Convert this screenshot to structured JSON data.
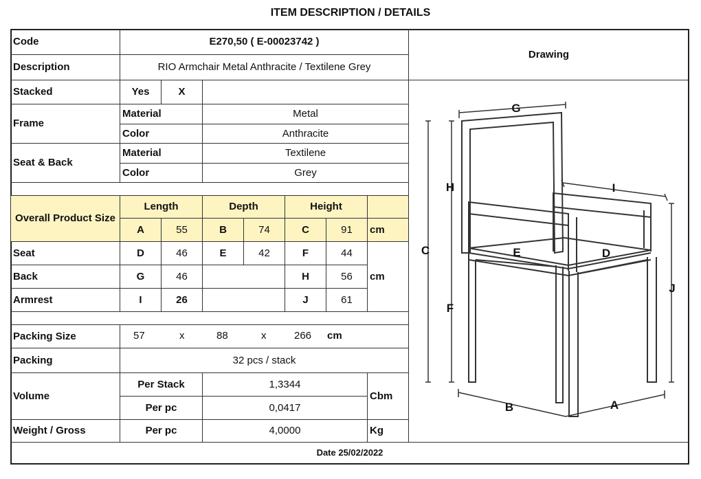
{
  "header": {
    "title": "ITEM DESCRIPTION / DETAILS",
    "drawing_label": "Drawing",
    "date": "Date 25/02/2022"
  },
  "code": {
    "label": "Code",
    "value": "E270,50  ( E-00023742 )"
  },
  "description": {
    "label": "Description",
    "value": "RIO Armchair Metal Anthracite / Textilene Grey"
  },
  "stacked": {
    "label": "Stacked",
    "yes": "Yes",
    "mark": "X"
  },
  "frame": {
    "label": "Frame",
    "material_label": "Material",
    "material": "Metal",
    "color_label": "Color",
    "color": "Anthracite"
  },
  "seat_back": {
    "label": "Seat & Back",
    "material_label": "Material",
    "material": "Textilene",
    "color_label": "Color",
    "color": "Grey"
  },
  "dims": {
    "overall_label": "Overall Product Size",
    "length": "Length",
    "depth": "Depth",
    "height": "Height",
    "unit": "cm",
    "unit2": "cm",
    "overall": {
      "A": "A",
      "a": "55",
      "B": "B",
      "b": "74",
      "C": "C",
      "c": "91"
    },
    "seat": {
      "label": "Seat",
      "D": "D",
      "d": "46",
      "E": "E",
      "e": "42",
      "F": "F",
      "f": "44"
    },
    "back": {
      "label": "Back",
      "G": "G",
      "g": "46",
      "H": "H",
      "h": "56"
    },
    "armrest": {
      "label": "Armrest",
      "I": "I",
      "i": "26",
      "J": "J",
      "j": "61"
    }
  },
  "packing_size": {
    "label": "Packing Size",
    "l": "57",
    "x1": "x",
    "w": "88",
    "x2": "x",
    "h": "266",
    "unit": "cm"
  },
  "packing": {
    "label": "Packing",
    "value": "32 pcs / stack"
  },
  "volume": {
    "label": "Volume",
    "per_stack_label": "Per Stack",
    "per_stack": "1,3344",
    "per_pc_label": "Per pc",
    "per_pc": "0,0417",
    "unit": "Cbm"
  },
  "weight": {
    "label": "Weight / Gross",
    "per_pc_label": "Per pc",
    "value": "4,0000",
    "unit": "Kg"
  },
  "drawing": {
    "labels": {
      "A": "A",
      "B": "B",
      "C": "C",
      "D": "D",
      "E": "E",
      "F": "F",
      "G": "G",
      "H": "H",
      "I": "I",
      "J": "J"
    }
  },
  "colors": {
    "highlight": "#fdf4c2",
    "lines": "#333333"
  }
}
